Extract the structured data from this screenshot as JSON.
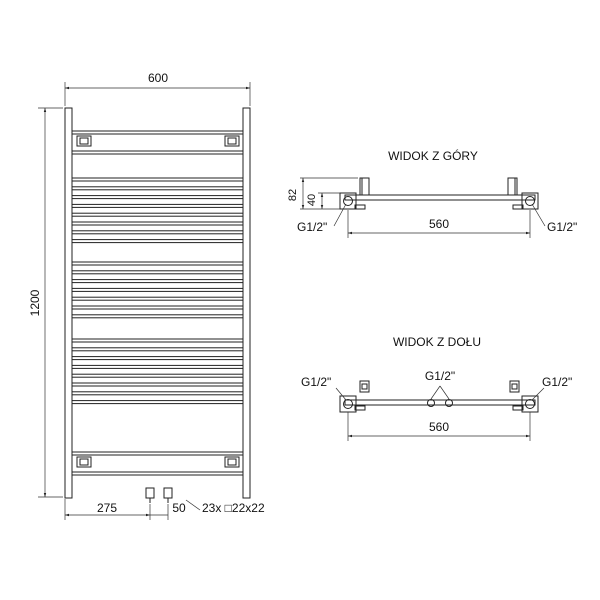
{
  "front_view": {
    "width_label": "600",
    "height_label": "1200",
    "inlet_offset_label": "275",
    "pipe_spacing_label": "50",
    "tube_spec_label": "23x □22x22",
    "tube_count": 23
  },
  "top_view": {
    "title": "WIDOK Z GÓRY",
    "depth_label": "82",
    "inner_depth_label": "40",
    "spacing_label": "560",
    "left_connector_label": "G1/2\"",
    "right_connector_label": "G1/2\""
  },
  "bottom_view": {
    "title": "WIDOK Z DOŁU",
    "spacing_label": "560",
    "left_connector_label": "G1/2\"",
    "center_connector_label": "G1/2\"",
    "right_connector_label": "G1/2\""
  },
  "colors": {
    "line": "#222222",
    "background": "#ffffff"
  }
}
